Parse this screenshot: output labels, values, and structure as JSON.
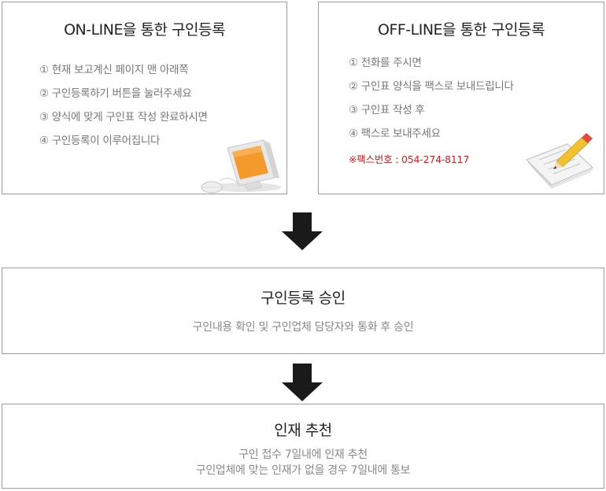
{
  "online": {
    "title": "ON-LINE을 통한 구인등록",
    "steps": [
      "① 현재 보고계신 페이지 맨 아래쪽",
      "② 구인등록하기 버튼을 눌러주세요",
      "③ 양식에 맞게 구인표 작성 완료하시면",
      "④ 구인등록이 이루어집니다"
    ],
    "illustration": "computer-monitor-icon"
  },
  "offline": {
    "title": "OFF-LINE을 통한 구인등록",
    "steps": [
      "① 전화를 주시면",
      "② 구인표 양식을 팩스로 보내드립니다",
      "③ 구인표 작성 후",
      "④ 팩스로 보내주세요"
    ],
    "fax_note": "※팩스번호 : 054-274-8117",
    "illustration": "paper-pencil-icon"
  },
  "approval": {
    "title": "구인등록 승인",
    "description": "구인내용 확인 및 구인업체 담당자와 통화 후 승인"
  },
  "recommend": {
    "title": "인재 추천",
    "description_line1": "구인 접수 7일내에 인재 추천",
    "description_line2": "구인업체에 맞는 인재가 없을 경우 7일내에 통보"
  },
  "colors": {
    "border": "#9c9c9c",
    "arrow": "#1a1a1a",
    "fax_text": "#d62020",
    "monitor_screen": "#f39a2b"
  }
}
